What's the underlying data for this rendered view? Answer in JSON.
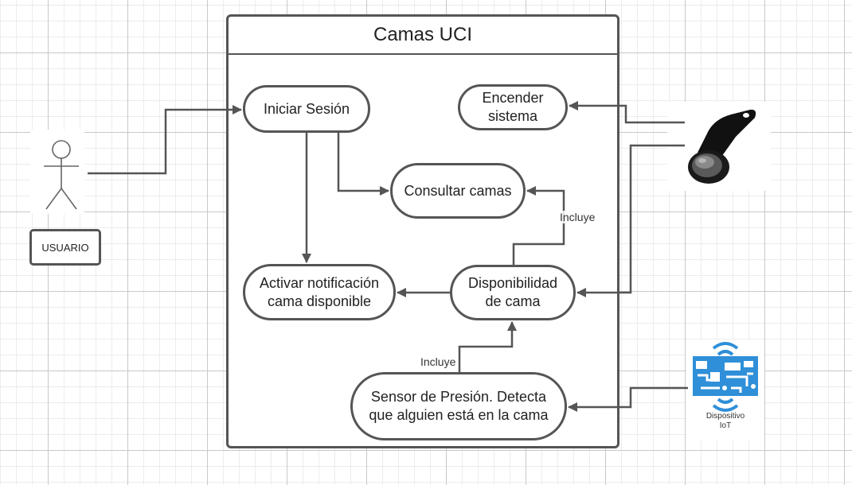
{
  "system": {
    "title": "Camas UCI"
  },
  "actors": {
    "user": {
      "label": "USUARIO",
      "icon": "stick-figure-icon"
    },
    "ibutton": {
      "icon": "ibutton-key-icon"
    },
    "iot": {
      "caption_line1": "Dispositivo",
      "caption_line2": "IoT",
      "icon": "iot-circuit-icon"
    }
  },
  "use_cases": {
    "login": "Iniciar Sesión",
    "power_on_line1": "Encender",
    "power_on_line2": "sistema",
    "query_beds": "Consultar camas",
    "notify_line1": "Activar notificación",
    "notify_line2": "cama disponible",
    "availability_line1": "Disponibilidad",
    "availability_line2": "de cama",
    "sensor_line1": "Sensor de Presión. Detecta",
    "sensor_line2": "que alguien está en la cama"
  },
  "relations": {
    "include_1": "Incluye",
    "include_2": "Incluye"
  },
  "colors": {
    "line": "#555555",
    "iot_blue": "#2f8fd8",
    "grid": "#c9c9c9"
  }
}
